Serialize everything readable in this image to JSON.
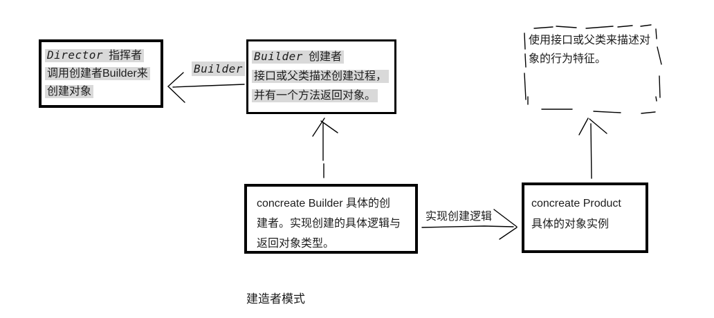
{
  "diagram": {
    "caption": "建造者模式",
    "colors": {
      "stroke": "#000000",
      "text": "#1c1c1c",
      "highlight": "#d9d9d9",
      "background": "#ffffff"
    },
    "nodes": {
      "director": {
        "keyword": "Director",
        "title": "指挥者",
        "lines": [
          "调用创建者Builder来",
          "创建对象"
        ]
      },
      "builder": {
        "keyword": "Builder",
        "title": "创建者",
        "lines": [
          "接口或父类描述创建过程，",
          "并有一个方法返回对象。"
        ]
      },
      "product_interface": {
        "lines": [
          "使用接口或父类来描述对",
          "象的行为特征。"
        ]
      },
      "concrete_builder": {
        "lines": [
          "concreate Builder 具体的创",
          "建者。实现创建的具体逻辑与",
          "返回对象类型。"
        ]
      },
      "concrete_product": {
        "lines": [
          "concreate Product",
          "具体的对象实例"
        ]
      }
    },
    "edges": {
      "builder_label": "Builder",
      "create_logic_label": "实现创建逻辑"
    }
  }
}
